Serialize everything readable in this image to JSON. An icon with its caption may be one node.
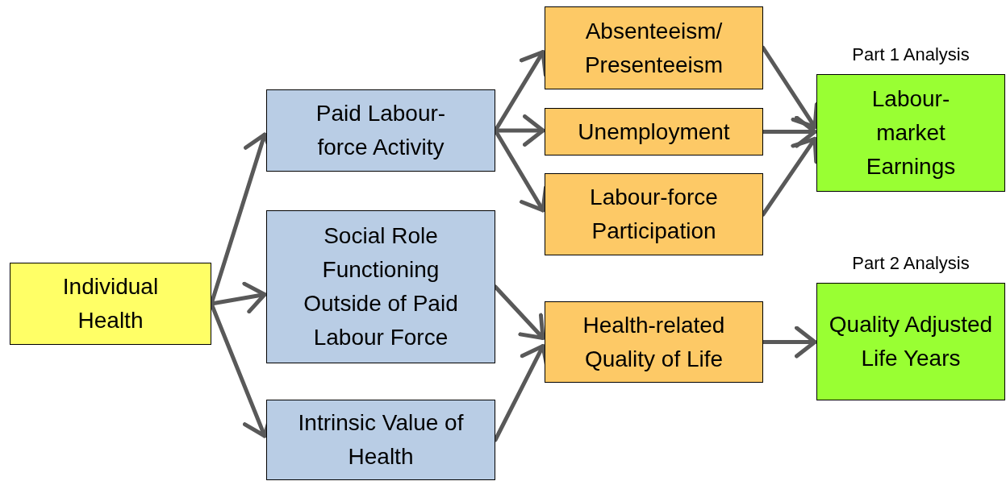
{
  "diagram": {
    "nodes": [
      {
        "text": [
          "Individual Health"
        ]
      },
      {
        "text": [
          "Paid Labour- force Activity"
        ]
      },
      {
        "text": [
          "Social Role Functioning Outside of Paid Labour Force"
        ]
      },
      {
        "text": [
          "Intrinsic Value of Health"
        ]
      },
      {
        "text": [
          "Absenteeism/ Presenteeism"
        ]
      },
      {
        "text": [
          "Unemployment"
        ]
      },
      {
        "text": [
          "Labour-force Participation"
        ]
      },
      {
        "text": [
          "Health-related Quality of Life"
        ]
      },
      {
        "text": [
          "Part 1 Analysis",
          "Labour- market Earnings"
        ]
      },
      {
        "text": [
          "Part 2 Analysis",
          "Quality Adjusted Life Years"
        ]
      }
    ],
    "edges": [
      {
        "from": 0,
        "to": 1,
        "arrow": "to"
      },
      {
        "from": 0,
        "to": 2,
        "arrow": "to"
      },
      {
        "from": 0,
        "to": 3,
        "arrow": "to"
      },
      {
        "from": 1,
        "to": 4,
        "arrow": "to"
      },
      {
        "from": 1,
        "to": 5,
        "arrow": "to"
      },
      {
        "from": 1,
        "to": 6,
        "arrow": "to"
      },
      {
        "from": 4,
        "to": 8,
        "arrow": "to"
      },
      {
        "from": 5,
        "to": 8,
        "arrow": "to"
      },
      {
        "from": 6,
        "to": 8,
        "arrow": "to"
      },
      {
        "from": 2,
        "to": 7,
        "arrow": "to"
      },
      {
        "from": 3,
        "to": 7,
        "arrow": "to"
      },
      {
        "from": 7,
        "to": 9,
        "arrow": "to"
      }
    ]
  }
}
